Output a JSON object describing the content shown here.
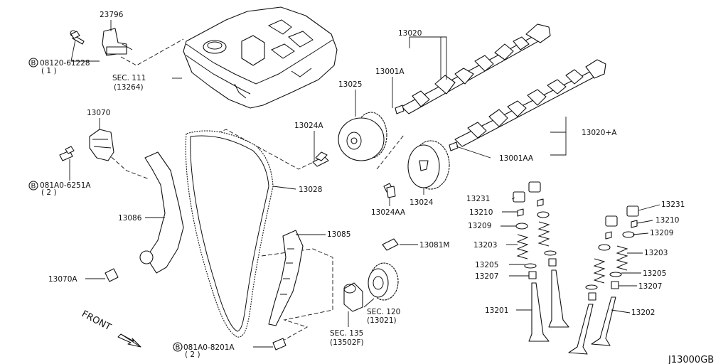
{
  "diagram_id": "J13000GB",
  "front_label": "FRONT",
  "parts": {
    "p23796": "23796",
    "p13020": "13020",
    "p13001A": "13001A",
    "p13025": "13025",
    "p13070": "13070",
    "p13024A": "13024A",
    "p13020A": "13020+A",
    "p13001AA": "13001AA",
    "p13028": "13028",
    "p13086": "13086",
    "p13024AA": "13024AA",
    "p13024": "13024",
    "p13085": "13085",
    "p13081M": "13081M",
    "p13070A": "13070A",
    "p13231_l": "13231",
    "p13231_r": "13231",
    "p13210_l": "13210",
    "p13210_r": "13210",
    "p13209_l": "13209",
    "p13209_r": "13209",
    "p13203_l": "13203",
    "p13203_r": "13203",
    "p13205_l": "13205",
    "p13205_r": "13205",
    "p13207_l": "13207",
    "p13207_r": "13207",
    "p13201": "13201",
    "p13202": "13202"
  },
  "bolt_refs": [
    {
      "part": "08120-61228",
      "qty": "( 1 )",
      "symbol": "B"
    },
    {
      "part": "081A0-6251A",
      "qty": "( 2 )",
      "symbol": "B"
    },
    {
      "part": "081A0-8201A",
      "qty": "( 2 )",
      "symbol": "B"
    }
  ],
  "section_refs": [
    {
      "sec": "SEC. 111",
      "ref": "(13264)"
    },
    {
      "sec": "SEC. 120",
      "ref": "(13021)"
    },
    {
      "sec": "SEC. 135",
      "ref": "(13502F)"
    }
  ]
}
